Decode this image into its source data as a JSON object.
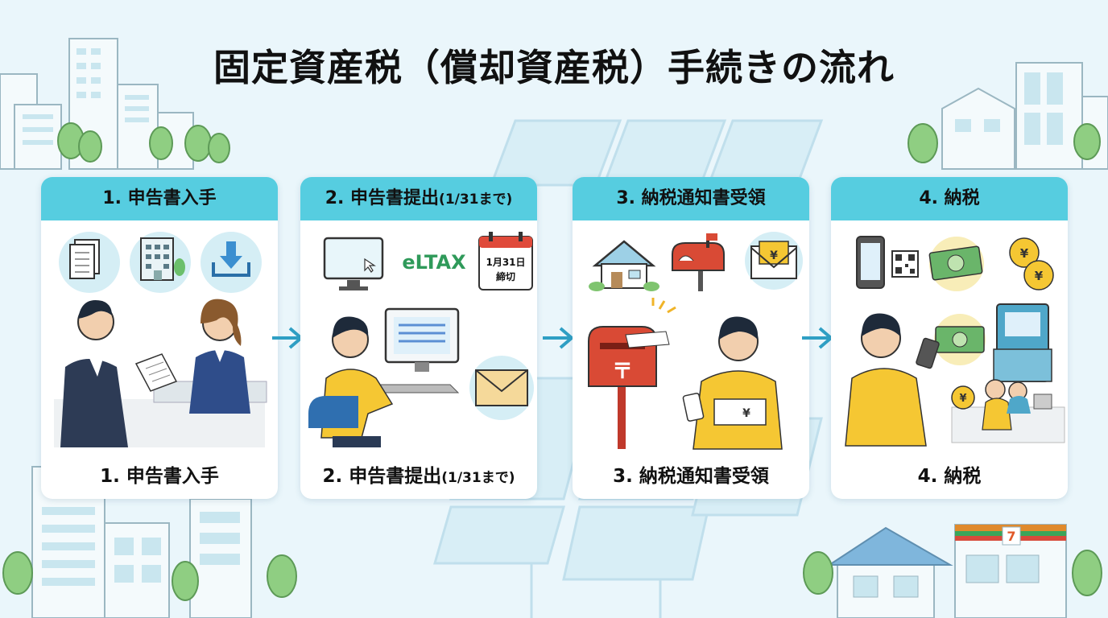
{
  "title": "固定資産税（償却資産税）手続きの流れ",
  "steps": [
    {
      "header": "1. 申告書入手",
      "label": "1. 申告書入手"
    },
    {
      "header_main": "2. 申告書提出",
      "header_note": "(1/31まで)",
      "label_main": "2. 申告書提出",
      "label_note": "(1/31まで)",
      "eltax": "eLTAX",
      "calendar": [
        "1月31日",
        "締切"
      ]
    },
    {
      "header": "3. 納税通知書受領",
      "label": "3. 納税通知書受領",
      "envelope_mark": "¥",
      "postbox_mark": "〒"
    },
    {
      "header": "4. 納税",
      "label": "4. 納税",
      "coin_mark": "¥",
      "store_sign": "7"
    }
  ],
  "colors": {
    "header": "#56cde0",
    "arrow": "#2f9fc4",
    "background": "#eaf6fb",
    "accent_yellow": "#f5c733",
    "postbox_red": "#d94a35"
  },
  "icons": [
    "document-icon",
    "office-building-icon",
    "download-icon",
    "monitor-icon",
    "calendar-icon",
    "envelope-icon",
    "house-icon",
    "mailbox-icon",
    "smartphone-icon",
    "qr-code-icon",
    "banknote-icon",
    "coin-icon",
    "atm-icon"
  ]
}
